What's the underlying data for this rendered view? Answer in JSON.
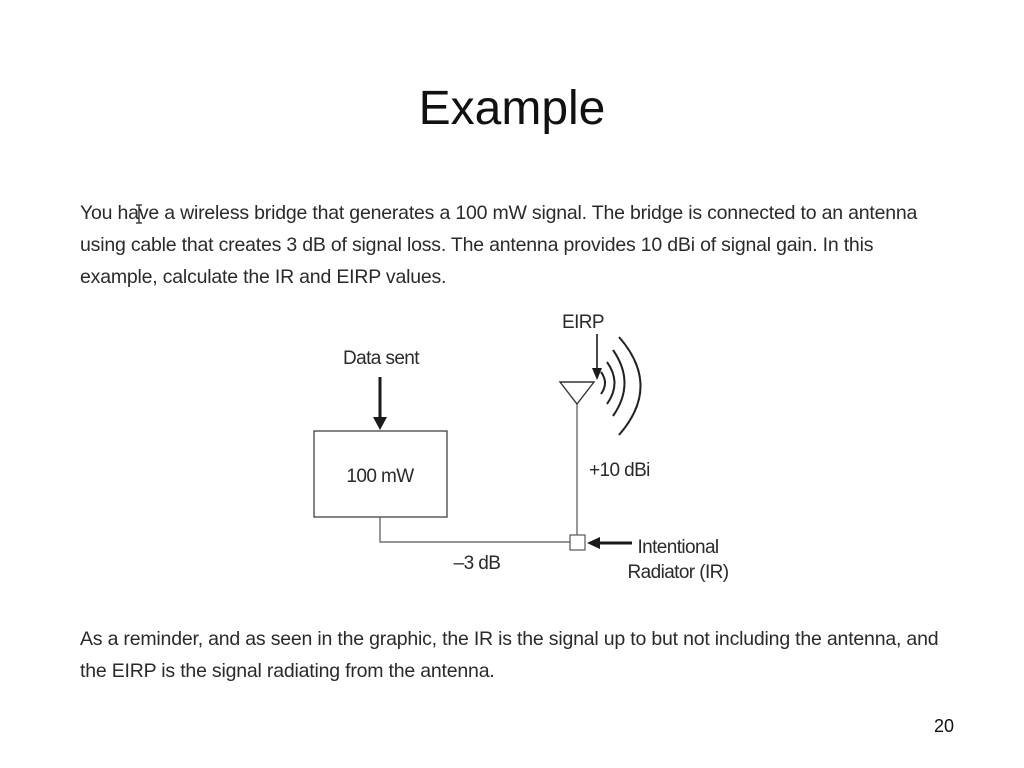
{
  "slide": {
    "title": "Example",
    "intro_text": "You have a wireless bridge that generates a 100 mW signal. The bridge is connected to an antenna using cable that creates 3 dB of signal loss. The antenna provides 10 dBi of signal gain. In this example, calculate the IR and EIRP values.",
    "reminder_text": "As a reminder, and as seen in the graphic, the IR is the signal up to but not including the antenna, and the EIRP is the signal radiating from the antenna.",
    "page_number": "20"
  },
  "diagram": {
    "data_sent_label": "Data sent",
    "transmitter_power": "100 mW",
    "cable_loss": "–3 dB",
    "antenna_gain": "+10 dBi",
    "eirp_label": "EIRP",
    "ir_label_line1": "Intentional",
    "ir_label_line2": "Radiator (IR)"
  }
}
